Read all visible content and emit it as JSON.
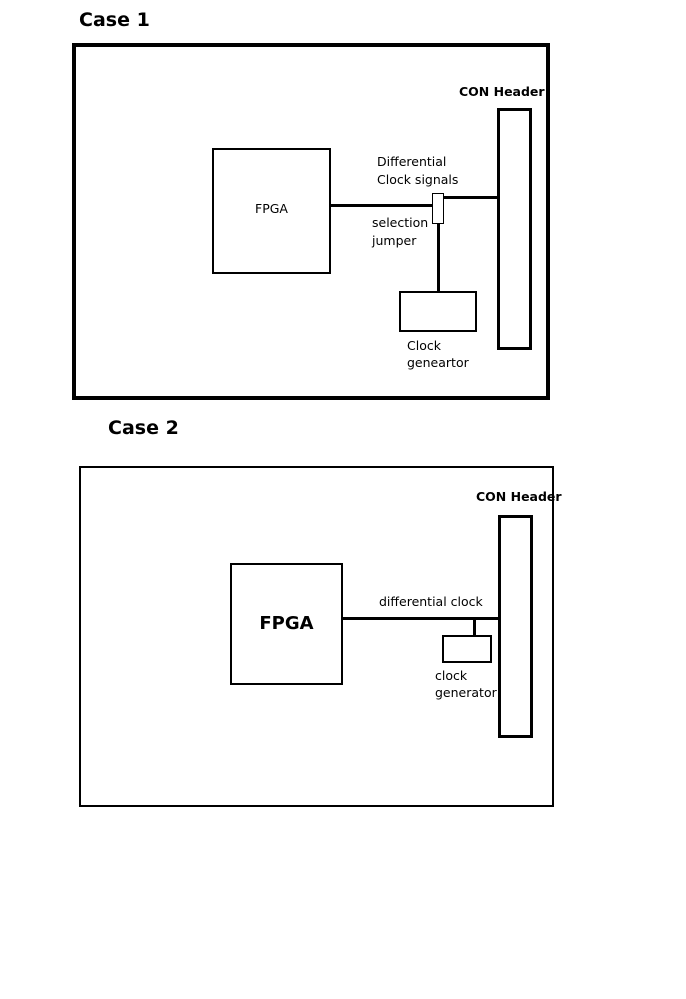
{
  "case1": {
    "title": "Case 1",
    "header_label": "CON Header",
    "fpga_label": "FPGA",
    "signal_label_line1": "Differential",
    "signal_label_line2": "Clock signals",
    "jumper_label_line1": "selection",
    "jumper_label_line2": "jumper",
    "clockgen_label_line1": "Clock",
    "clockgen_label_line2": "geneartor"
  },
  "case2": {
    "title": "Case 2",
    "header_label": "CON Header",
    "fpga_label": "FPGA",
    "signal_label": "differential clock",
    "clockgen_label_line1": "clock",
    "clockgen_label_line2": "generator"
  }
}
